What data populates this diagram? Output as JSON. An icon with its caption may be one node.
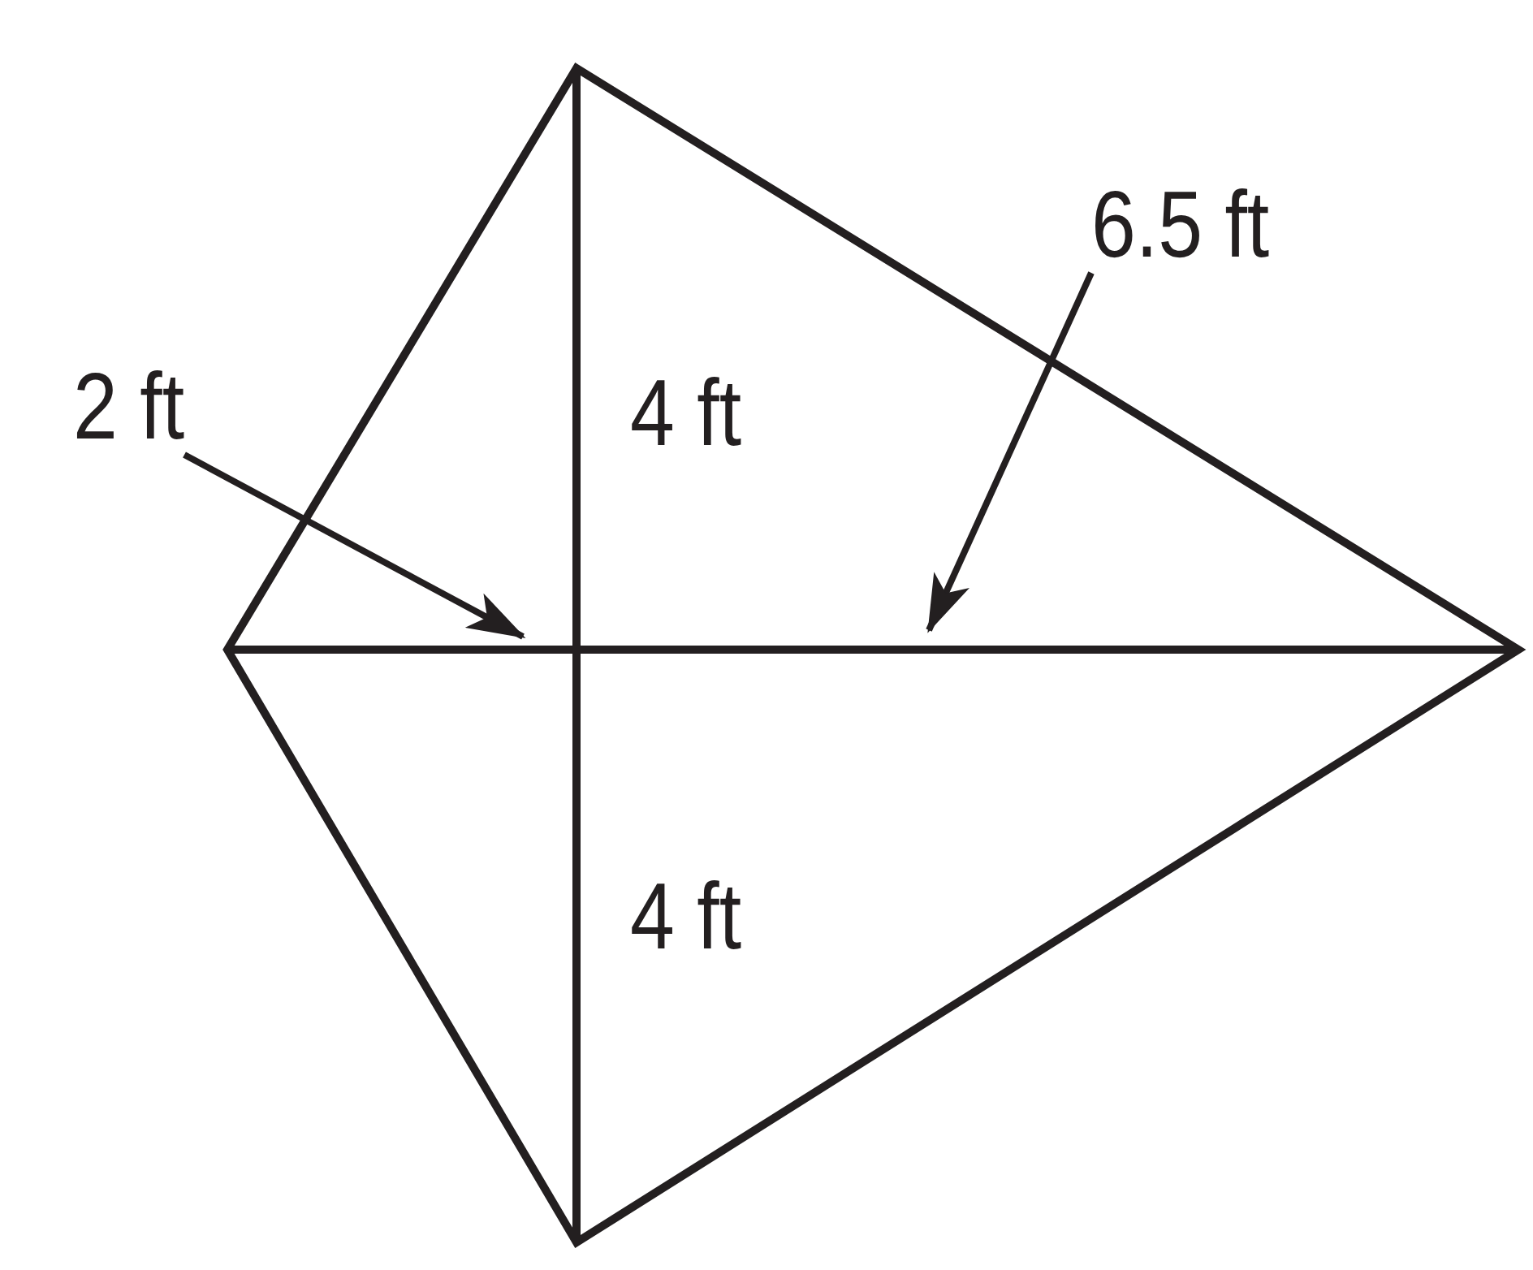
{
  "diagram": {
    "nodes": [
      {
        "text": [
          "2 ft"
        ]
      },
      {
        "text": [
          "6.5 ft"
        ]
      }
    ],
    "edges": [
      {
        "from": 0,
        "to": null,
        "arrow": "to"
      },
      {
        "from": 1,
        "to": null,
        "arrow": "to"
      }
    ],
    "labels": [
      "4 ft",
      "4 ft"
    ]
  }
}
